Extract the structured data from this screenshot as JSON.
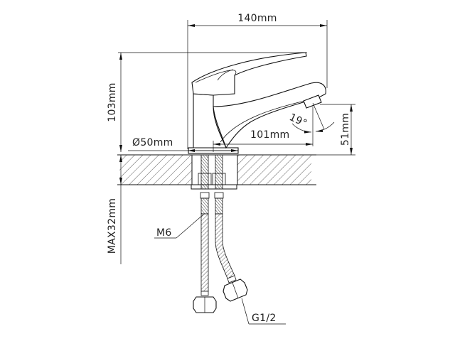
{
  "drawing": {
    "title": "Faucet dimension drawing",
    "colors": {
      "line": "#111111",
      "text": "#222222",
      "background": "#ffffff"
    },
    "dimensions": {
      "width": "140mm",
      "height": "103mm",
      "base_diameter": "Ø50mm",
      "spout_reach": "101mm",
      "spout_clearance": "51mm",
      "spout_angle": "19°",
      "max_countertop": "MAX32mm"
    },
    "callouts": {
      "stud_thread": "M6",
      "hose_connector": "G1/2"
    }
  }
}
